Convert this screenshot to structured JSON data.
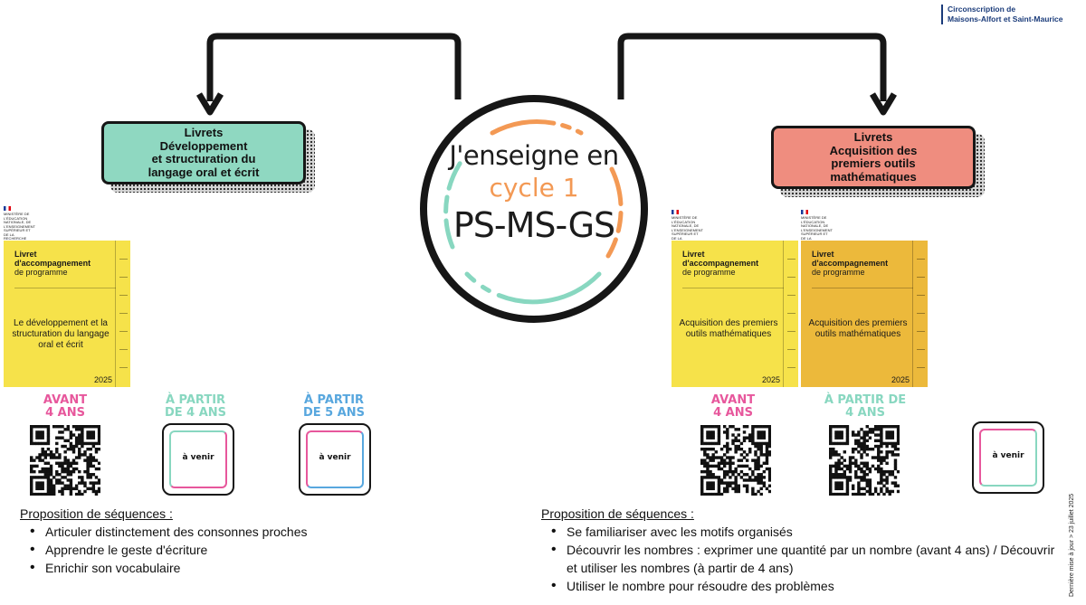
{
  "header": {
    "circonscription": "Circonscription de",
    "circonscription_name": "Maisons-Alfort et Saint-Maurice"
  },
  "side_note": "Dernière mise à jour > 23 juillet 2025",
  "center": {
    "line1": "J'enseigne en",
    "line2": "cycle 1",
    "line3": "PS-MS-GS"
  },
  "colors": {
    "teal": "#8fd8c1",
    "salmon": "#ef8d7f",
    "orange": "#f39954",
    "pink": "#e7579c",
    "blue": "#58a7de",
    "yellow": "#f6e24a",
    "gold": "#ecb93b"
  },
  "left": {
    "box_lines": [
      "Livrets",
      "Développement",
      "et structuration du",
      "langage oral et écrit"
    ],
    "booklet": {
      "logo": "MINISTÈRE DE L'ÉDUCATION NATIONALE, DE L'ENSEIGNEMENT SUPÉRIEUR ET DE LA RECHERCHE",
      "kicker_1": "Livret",
      "kicker_2": "d'accompagnement",
      "kicker_3": "de programme",
      "title": "Le développement et la structuration du langage oral et écrit",
      "year": "2025"
    },
    "ages": [
      {
        "line1": "AVANT",
        "line2": "4 ANS",
        "content": "qr-code"
      },
      {
        "line1": "À PARTIR",
        "line2": "DE 4 ANS",
        "content": "à venir"
      },
      {
        "line1": "À PARTIR",
        "line2": "DE 5 ANS",
        "content": "à venir"
      }
    ],
    "proposition_title": "Proposition de séquences :",
    "items": [
      "Articuler distinctement des consonnes proches",
      "Apprendre le geste d'écriture",
      "Enrichir son vocabulaire"
    ]
  },
  "right": {
    "box_lines": [
      "Livrets",
      "Acquisition des",
      "premiers outils",
      "mathématiques"
    ],
    "booklets": [
      {
        "logo": "MINISTÈRE DE L'ÉDUCATION NATIONALE, DE L'ENSEIGNEMENT SUPÉRIEUR ET DE LA RECHERCHE",
        "kicker_1": "Livret",
        "kicker_2": "d'accompagnement",
        "kicker_3": "de programme",
        "title": "Acquisition des premiers outils mathématiques",
        "year": "2025"
      },
      {
        "logo": "MINISTÈRE DE L'ÉDUCATION NATIONALE, DE L'ENSEIGNEMENT SUPÉRIEUR ET DE LA RECHERCHE",
        "kicker_1": "Livret",
        "kicker_2": "d'accompagnement",
        "kicker_3": "de programme",
        "title": "Acquisition des premiers outils mathématiques",
        "year": "2025"
      }
    ],
    "ages": [
      {
        "line1": "AVANT",
        "line2": "4 ANS",
        "content": "qr-code"
      },
      {
        "line1": "À PARTIR DE",
        "line2": "4 ANS",
        "content": "qr-code"
      },
      {
        "line1": "",
        "line2": "",
        "content": "à venir"
      }
    ],
    "proposition_title": "Proposition de séquences :",
    "items": [
      "Se familiariser avec les motifs organisés",
      "Découvrir les nombres : exprimer une quantité par un nombre (avant 4 ans) / Découvrir et utiliser les nombres (à partir de 4 ans)",
      "Utiliser le nombre pour résoudre des problèmes"
    ]
  },
  "venir_label": "à venir"
}
